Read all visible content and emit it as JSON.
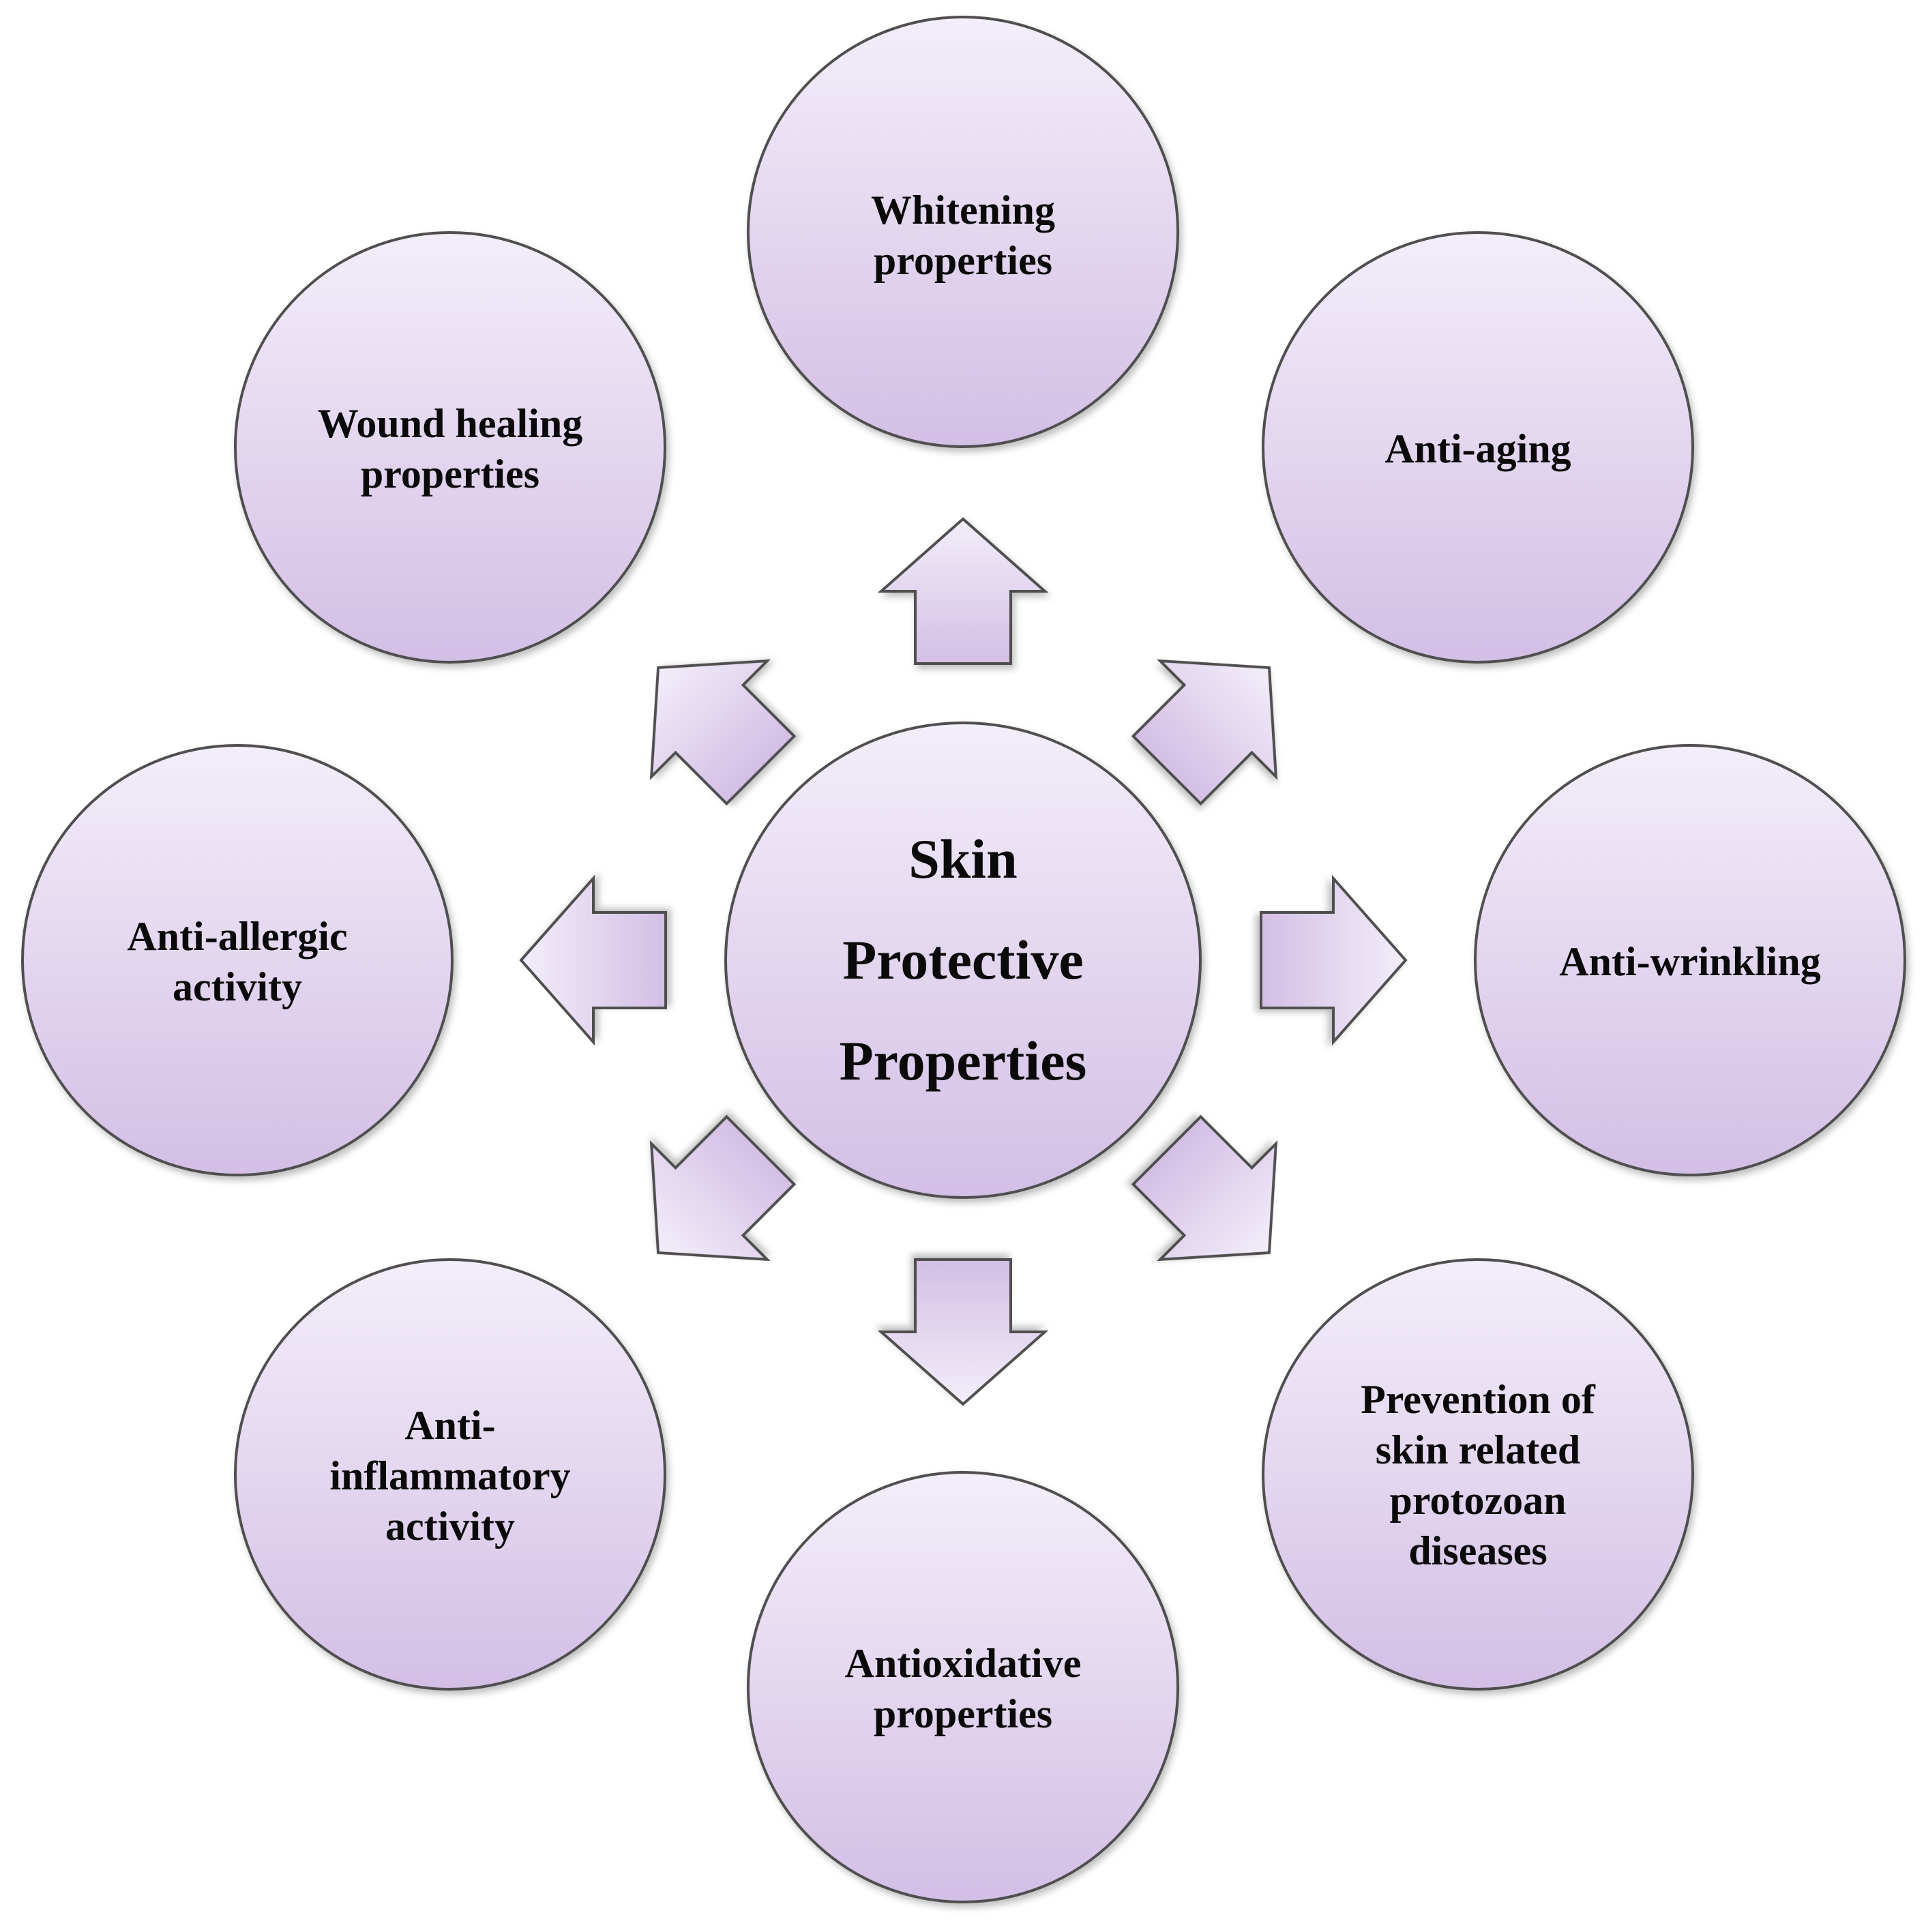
{
  "center": {
    "label": "Skin\nProtective\nProperties"
  },
  "properties": [
    {
      "id": "whitening",
      "label": "Whitening\nproperties"
    },
    {
      "id": "anti-aging",
      "label": "Anti-aging"
    },
    {
      "id": "anti-wrinkling",
      "label": "Anti-wrinkling"
    },
    {
      "id": "protozoan",
      "label": "Prevention of\nskin related\nprotozoan\ndiseases"
    },
    {
      "id": "antioxidative",
      "label": "Antioxidative\nproperties"
    },
    {
      "id": "anti-inflammatory",
      "label": "Anti-\ninflammatory\nactivity"
    },
    {
      "id": "anti-allergic",
      "label": "Anti-allergic\nactivity"
    },
    {
      "id": "wound-healing",
      "label": "Wound healing\nproperties"
    }
  ],
  "colors": {
    "fill_light": "#f3eef9",
    "fill_dark": "#d3bfe6",
    "stroke": "#505050",
    "text": "#0a0a0a"
  },
  "icons": {
    "arrow": "block-arrow-icon"
  }
}
